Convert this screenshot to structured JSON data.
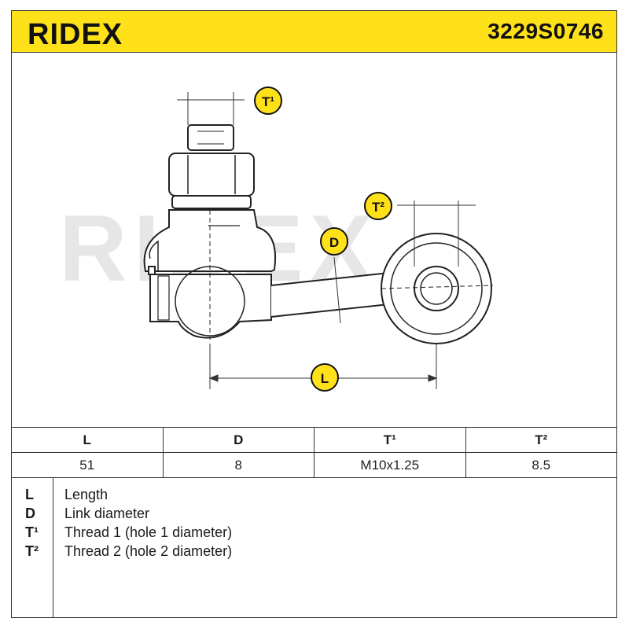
{
  "brand": {
    "logo_text": "RIDEX"
  },
  "header": {
    "part_number": "3229S0746"
  },
  "watermark": {
    "text": "RIDEX"
  },
  "callouts": {
    "t1": "T¹",
    "t2": "T²",
    "d": "D",
    "l": "L"
  },
  "table": {
    "headers": [
      "L",
      "D",
      "T¹",
      "T²"
    ],
    "values": [
      "51",
      "8",
      "M10x1.25",
      "8.5"
    ]
  },
  "legend": [
    {
      "key": "L",
      "label": "Length"
    },
    {
      "key": "D",
      "label": "Link diameter"
    },
    {
      "key": "T¹",
      "label": "Thread 1 (hole 1 diameter)"
    },
    {
      "key": "T²",
      "label": "Thread 2 (hole 2 diameter)"
    }
  ],
  "colors": {
    "accent": "#ffe11a",
    "line": "#333333",
    "watermark": "#e6e6e6"
  }
}
